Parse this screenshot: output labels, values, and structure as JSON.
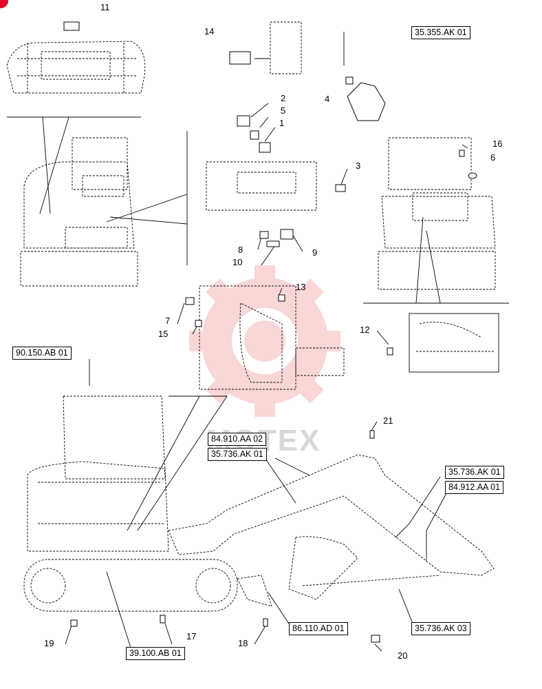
{
  "ref_boxes": {
    "b1": "35.355.AK 01",
    "b2": "90.150.AB 01",
    "b3": "84.910.AA 02",
    "b4": "35.736.AK 01",
    "b5": "35.736.AK 01",
    "b6": "84.912.AA 01",
    "b7": "86.110.AD 01",
    "b8": "35.736.AK 03",
    "b9": "39.100.AB 01"
  },
  "callouts": {
    "n1": "1",
    "n2": "2",
    "n3": "3",
    "n4": "4",
    "n5": "5",
    "n6": "6",
    "n7": "7",
    "n8": "8",
    "n9": "9",
    "n10": "10",
    "n11": "11",
    "n12": "12",
    "n13": "13",
    "n14": "14",
    "n15": "15",
    "n16": "16",
    "n17": "17",
    "n18": "18",
    "n19": "19",
    "n20": "20",
    "n21": "21"
  },
  "watermark": {
    "text": "MOTEX",
    "color": "#f2c4c4"
  },
  "colors": {
    "line": "#000000",
    "accent": "#e4002b"
  }
}
